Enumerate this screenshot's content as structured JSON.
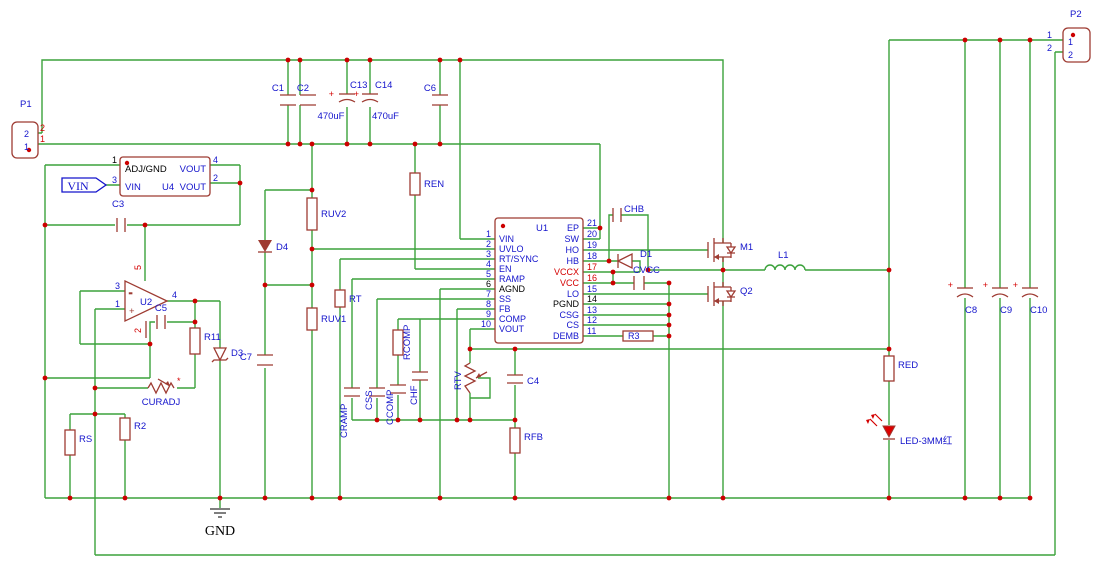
{
  "labels": {
    "p1": "P1",
    "p2": "P2",
    "u1": "U1",
    "u2": "U2",
    "u4": "U4",
    "c1": "C1",
    "c2": "C2",
    "c3": "C3",
    "c4": "C4",
    "c5": "C5",
    "c6": "C6",
    "c7": "C7",
    "c8": "C8",
    "c9": "C9",
    "c10": "C10",
    "c13": "C13",
    "c14": "C14",
    "c13_val": "470uF",
    "c14_val": "470uF",
    "ren": "REN",
    "ruv2": "RUV2",
    "ruv1": "RUV1",
    "rt": "RT",
    "r2": "R2",
    "r3": "R3",
    "r11": "R11",
    "rs": "RS",
    "red": "RED",
    "rfb": "RFB",
    "rcomp": "RCOMP",
    "rtv": "RTV",
    "curadj": "CURADJ",
    "cramp": "CRAMP",
    "css": "CSS",
    "ccomp": "CCOMP",
    "chf": "CHF",
    "chb": "CHB",
    "cvcc": "CVCC",
    "d1": "D1",
    "d3": "D3",
    "d4": "D4",
    "m1": "M1",
    "q2": "Q2",
    "l1": "L1",
    "led": "LED-3MM红",
    "gnd": "GND",
    "vin_port": "VIN",
    "plus": "+"
  },
  "u1": {
    "ref": "U1",
    "left": [
      {
        "no": "1",
        "nm": "VIN"
      },
      {
        "no": "2",
        "nm": "UVLO"
      },
      {
        "no": "3",
        "nm": "RT/SYNC"
      },
      {
        "no": "4",
        "nm": "EN"
      },
      {
        "no": "5",
        "nm": "RAMP"
      },
      {
        "no": "6",
        "nm": "AGND"
      },
      {
        "no": "7",
        "nm": "SS"
      },
      {
        "no": "8",
        "nm": "FB"
      },
      {
        "no": "9",
        "nm": "COMP"
      },
      {
        "no": "10",
        "nm": "VOUT"
      }
    ],
    "right": [
      {
        "no": "21",
        "nm": "EP"
      },
      {
        "no": "20",
        "nm": "SW"
      },
      {
        "no": "19",
        "nm": "HO"
      },
      {
        "no": "18",
        "nm": "HB"
      },
      {
        "no": "17",
        "nm": "VCCX"
      },
      {
        "no": "16",
        "nm": "VCC"
      },
      {
        "no": "15",
        "nm": "LO"
      },
      {
        "no": "14",
        "nm": "PGND"
      },
      {
        "no": "13",
        "nm": "CSG"
      },
      {
        "no": "12",
        "nm": "CS"
      },
      {
        "no": "11",
        "nm": "DEMB"
      }
    ]
  },
  "u4": {
    "ref": "U4",
    "cap": "C3",
    "n1": "1",
    "n2": "2",
    "n3": "3",
    "n4": "4",
    "adj": "ADJ/GND",
    "vin": "VIN",
    "vout_a": "VOUT",
    "vout_b": "VOUT"
  },
  "u2": {
    "ref": "U2",
    "p1": "1",
    "p2": "2",
    "p3": "3",
    "p4": "4",
    "p5": "5",
    "minus": "-",
    "plus": "+"
  },
  "p1": {
    "ref": "P1",
    "in1": "1",
    "in2": "2",
    "out1": "1",
    "out2": "2"
  },
  "p2": {
    "ref": "P2",
    "in1": "1",
    "in2": "2",
    "out1": "1",
    "out2": "2"
  }
}
